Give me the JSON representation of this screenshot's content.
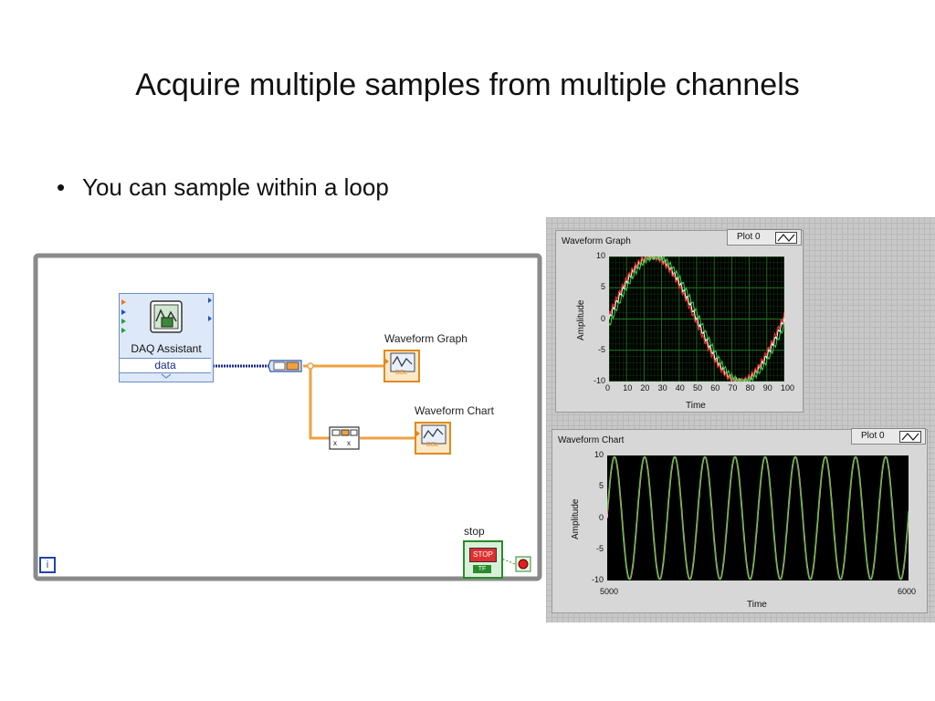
{
  "slide": {
    "title": "Acquire multiple samples from multiple channels",
    "bullet": "You can sample within a loop"
  },
  "block_diagram": {
    "daq_label": "DAQ Assistant",
    "daq_output": "data",
    "graph_label": "Waveform Graph",
    "chart_label": "Waveform Chart",
    "stop_label": "stop",
    "stop_button_text": "STOP",
    "stop_tf": "TF",
    "dbl_tag": "DBL",
    "iteration_terminal": "i"
  },
  "front_panel": {
    "graph": {
      "title": "Waveform Graph",
      "legend": "Plot 0",
      "ylabel": "Amplitude",
      "xlabel": "Time",
      "yticks": [
        "10",
        "5",
        "0",
        "-5",
        "-10"
      ],
      "xticks": [
        "0",
        "10",
        "20",
        "30",
        "40",
        "50",
        "60",
        "70",
        "80",
        "90",
        "100"
      ]
    },
    "chart": {
      "title": "Waveform Chart",
      "legend": "Plot 0",
      "ylabel": "Amplitude",
      "xlabel": "Time",
      "yticks": [
        "10",
        "5",
        "0",
        "-5",
        "-10"
      ],
      "xmin_label": "5000",
      "xmax_label": "6000"
    }
  },
  "chart_data": [
    {
      "type": "line",
      "title": "Waveform Graph",
      "xlabel": "Time",
      "ylabel": "Amplitude",
      "xlim": [
        0,
        100
      ],
      "ylim": [
        -10,
        10
      ],
      "grid": true,
      "legend": [
        "Plot 0"
      ],
      "series": [
        {
          "color": "#ffffff",
          "amplitude": 10,
          "period": 100,
          "phase_deg": 0
        },
        {
          "color": "#ff3030",
          "amplitude": 10,
          "period": 100,
          "phase_deg": 4
        },
        {
          "color": "#40d040",
          "amplitude": 10,
          "period": 100,
          "phase_deg": -6
        }
      ]
    },
    {
      "type": "line",
      "title": "Waveform Chart",
      "xlabel": "Time",
      "ylabel": "Amplitude",
      "xlim": [
        5000,
        6000
      ],
      "ylim": [
        -10,
        10
      ],
      "grid": false,
      "legend": [
        "Plot 0"
      ],
      "cycles": 10,
      "series": [
        {
          "color": "#ffffff",
          "amplitude": 10
        },
        {
          "color": "#ff3030",
          "amplitude": 10
        },
        {
          "color": "#40d040",
          "amplitude": 10
        }
      ]
    }
  ],
  "colors": {
    "loop_border": "#8a8a8a",
    "wire_data": "#1a2a8a",
    "wire_dbl": "#f0a040",
    "plot_bg": "#000000",
    "graph_grid": "#1f7a1f"
  }
}
